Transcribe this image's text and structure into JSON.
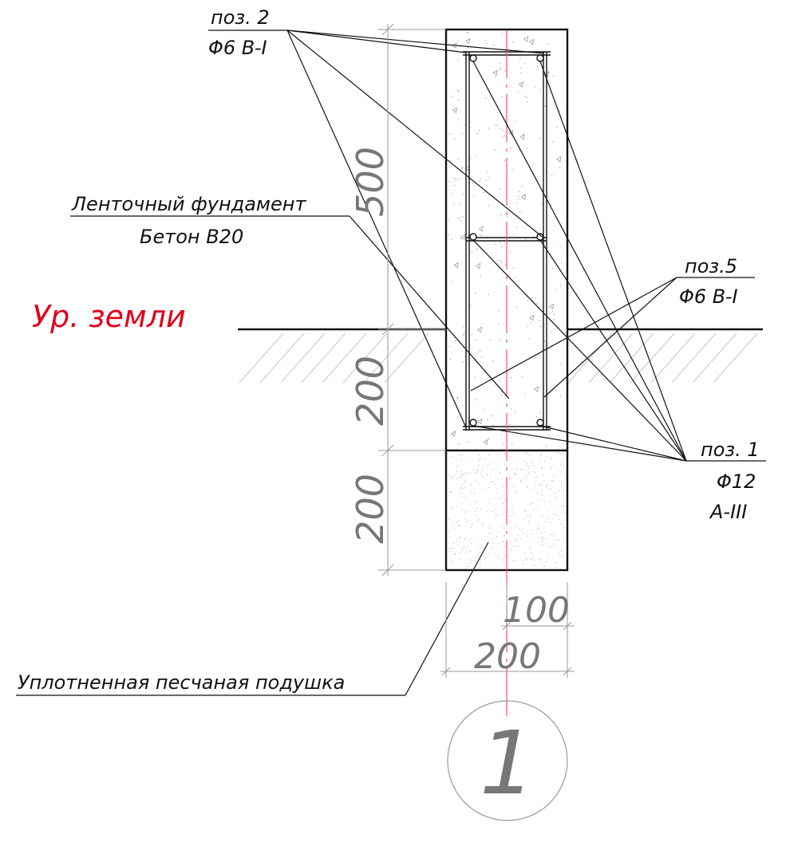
{
  "labels": {
    "poz2_title": "поз. 2",
    "poz2_spec": "Φ6 B-I",
    "foundation_title": "Ленточный фундамент",
    "foundation_spec": "Бетон В20",
    "ground_level": "Ур. земли",
    "poz5_title": "поз.5",
    "poz5_spec": "Φ6 B-I",
    "poz1_title": "поз. 1",
    "poz1_spec": "Φ12",
    "poz1_class": "A-III",
    "sand_cushion": "Уплотненная песчаная подушка",
    "section_number": "1"
  },
  "dimensions": {
    "height_above_ground": "500",
    "height_below_ground": "200",
    "sand_cushion_height": "200",
    "half_width": "100",
    "full_width": "200"
  },
  "colors": {
    "ground_level_text": "#e0001b",
    "axis_line": "#ff4d6d",
    "outline": "#111111",
    "dimension": "#777777"
  }
}
